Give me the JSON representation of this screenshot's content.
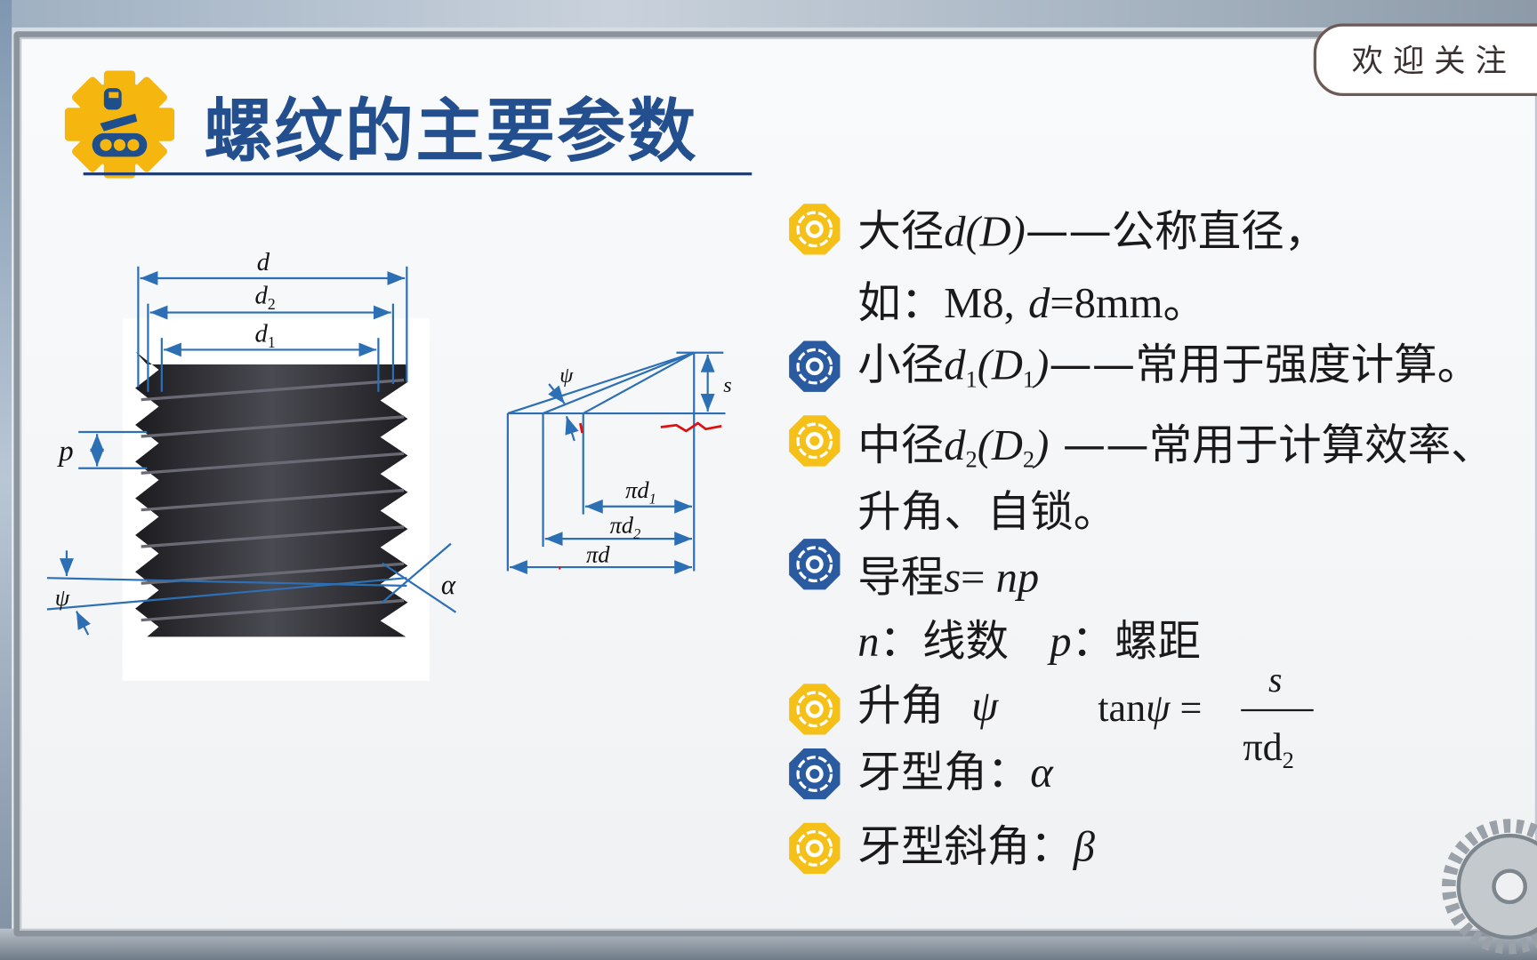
{
  "slide": {
    "title": "螺纹的主要参数",
    "welcome_badge": "欢迎关注"
  },
  "colors": {
    "title": "#234f8e",
    "bullet_yellow": "#f5c018",
    "bullet_blue": "#2a5aa0",
    "dimension_lines": "#2d6fb4",
    "annotation_red": "#e01010"
  },
  "diagram": {
    "labels": {
      "d": "d",
      "d2": "d",
      "d2_sub": "2",
      "d1": "d",
      "d1_sub": "1",
      "p": "p",
      "psi": "ψ",
      "alpha": "α",
      "s": "s",
      "psi2": "ψ",
      "pi_d1": "πd",
      "pi_d1_sub": "1",
      "pi_d2": "πd",
      "pi_d2_sub": "2",
      "pi_d": "πd"
    }
  },
  "bullets": [
    {
      "icon": "yellow-octagon-icon",
      "parts": [
        "大径",
        "d(D)",
        "——公称直径，"
      ]
    },
    {
      "icon": "",
      "parts": [
        "如：",
        "M8,",
        "d",
        "=8mm。"
      ]
    },
    {
      "icon": "blue-octagon-icon",
      "parts": [
        "小径",
        "d",
        "1",
        "(D",
        "1",
        ")",
        "——常用于强度计算。"
      ]
    },
    {
      "icon": "yellow-octagon-icon",
      "parts": [
        "中径",
        "d",
        "2",
        "(D",
        "2",
        ")",
        " ——常用于计算效率、"
      ]
    },
    {
      "icon": "",
      "parts": [
        "升角、自锁。"
      ]
    },
    {
      "icon": "blue-octagon-icon",
      "parts": [
        "导程",
        "s",
        "= ",
        "np"
      ]
    },
    {
      "icon": "",
      "parts": [
        "n",
        "：线数",
        "p",
        "：螺距"
      ]
    },
    {
      "icon": "yellow-octagon-icon",
      "parts": [
        "升角",
        "ψ"
      ]
    },
    {
      "icon": "blue-octagon-icon",
      "parts": [
        "牙型角：",
        "α"
      ]
    },
    {
      "icon": "yellow-octagon-icon",
      "parts": [
        "牙型斜角：",
        "β"
      ]
    }
  ],
  "formula": {
    "lhs": "tan",
    "lhs_var": "ψ",
    "equals": "=",
    "numerator": "s",
    "denominator": "πd",
    "denominator_sub": "2"
  }
}
